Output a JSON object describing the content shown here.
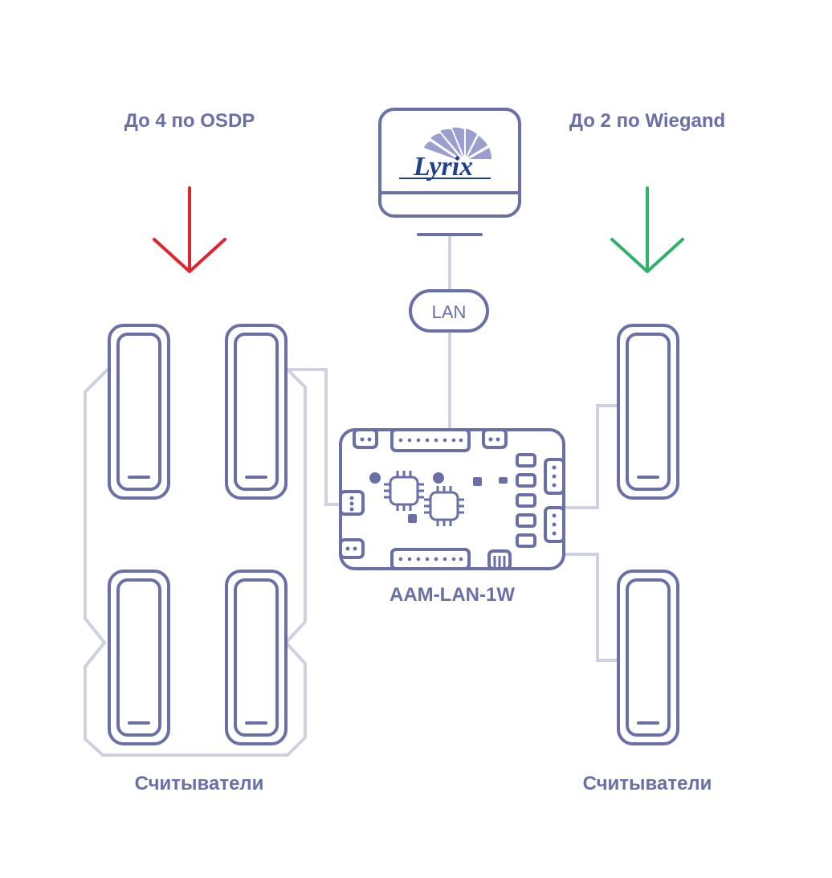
{
  "labels": {
    "osdp": "До 4 по OSDP",
    "wiegand": "До 2 по Wiegand",
    "lan": "LAN",
    "controller": "AAM-LAN-1W",
    "readers_left": "Считыватели",
    "readers_right": "Считыватели",
    "logo": "Lyrix"
  },
  "colors": {
    "primary": "#6a6fa8",
    "wire": "#cfd1e2",
    "osdp_arrow": "#e0242e",
    "wiegand_arrow": "#2fb36b",
    "logo_blue": "#1f3f8f",
    "logo_fan": "#9a9ed0"
  },
  "icons": [
    "monitor-icon",
    "lyrix-logo",
    "card-reader-icon",
    "controller-board-icon",
    "arrow-down-icon"
  ]
}
